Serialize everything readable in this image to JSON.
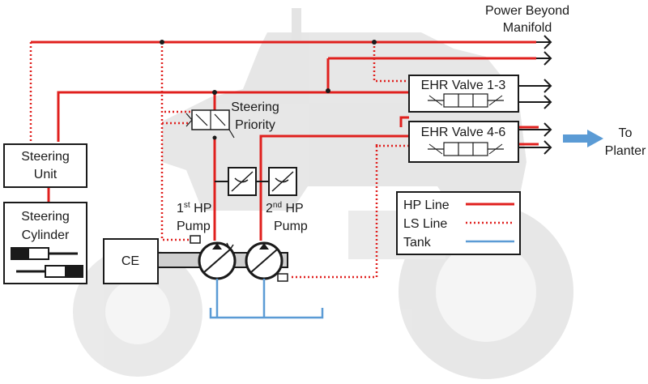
{
  "labels": {
    "power_beyond": "Power Beyond",
    "manifold": "Manifold",
    "ehr_1": "EHR Valve 1-3",
    "ehr_2": "EHR Valve 4-6",
    "steering_priority_1": "Steering",
    "steering_priority_2": "Priority",
    "steering_unit_1": "Steering",
    "steering_unit_2": "Unit",
    "steering_cyl_1": "Steering",
    "steering_cyl_2": "Cylinder",
    "ce": "CE",
    "pump1_num": "1",
    "pump1_sup": "st",
    "pump1_hp": " HP",
    "pump1_word": "Pump",
    "pump2_num": "2",
    "pump2_sup": "nd",
    "pump2_hp": " HP",
    "pump2_word": "Pump",
    "to": "To",
    "planter": "Planter"
  },
  "legend": {
    "hp_line": "HP Line",
    "ls_line": "LS Line",
    "tank": "Tank"
  },
  "colors": {
    "hp_line": "#e0201e",
    "ls_line": "#e0201e",
    "tank": "#5b9bd5",
    "arrow": "#5b9bd5",
    "tractor_ghost": "#c9c9c9"
  }
}
